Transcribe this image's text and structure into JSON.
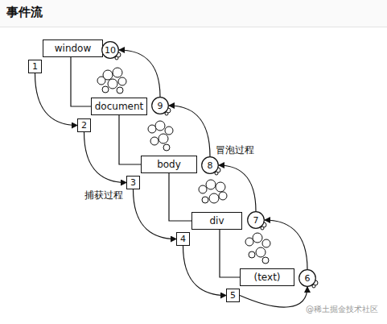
{
  "diagram": {
    "title": "事件流",
    "nodes": [
      {
        "text": [
          "window"
        ]
      },
      {
        "text": [
          "10"
        ]
      },
      {
        "text": [
          "1"
        ]
      },
      {
        "text": [
          "document"
        ]
      },
      {
        "text": [
          "9"
        ]
      },
      {
        "text": [
          "2"
        ]
      },
      {
        "text": [
          "body"
        ]
      },
      {
        "text": [
          "8"
        ]
      },
      {
        "text": [
          "3"
        ]
      },
      {
        "text": [
          "div"
        ]
      },
      {
        "text": [
          "7"
        ]
      },
      {
        "text": [
          "4"
        ]
      },
      {
        "text": [
          "(text)"
        ]
      },
      {
        "text": [
          "6"
        ]
      },
      {
        "text": [
          "5"
        ]
      }
    ],
    "edges": [
      {
        "from": 0,
        "to": 3,
        "arrow": "none"
      },
      {
        "from": 3,
        "to": 6,
        "arrow": "none"
      },
      {
        "from": 6,
        "to": 9,
        "arrow": "none"
      },
      {
        "from": 9,
        "to": 12,
        "arrow": "none"
      },
      {
        "from": 2,
        "to": 5,
        "arrow": "to"
      },
      {
        "from": 5,
        "to": 8,
        "arrow": "to"
      },
      {
        "from": 8,
        "to": 11,
        "arrow": "to"
      },
      {
        "from": 11,
        "to": 14,
        "arrow": "to"
      },
      {
        "from": 14,
        "to": 13,
        "arrow": "to"
      },
      {
        "from": 13,
        "to": 10,
        "arrow": "to"
      },
      {
        "from": 10,
        "to": 7,
        "arrow": "to"
      },
      {
        "from": 7,
        "to": 4,
        "arrow": "to"
      },
      {
        "from": 4,
        "to": 1,
        "arrow": "to"
      }
    ],
    "labels": [
      "冒泡过程",
      "捕获过程",
      "@稀土掘金技术社区"
    ]
  }
}
